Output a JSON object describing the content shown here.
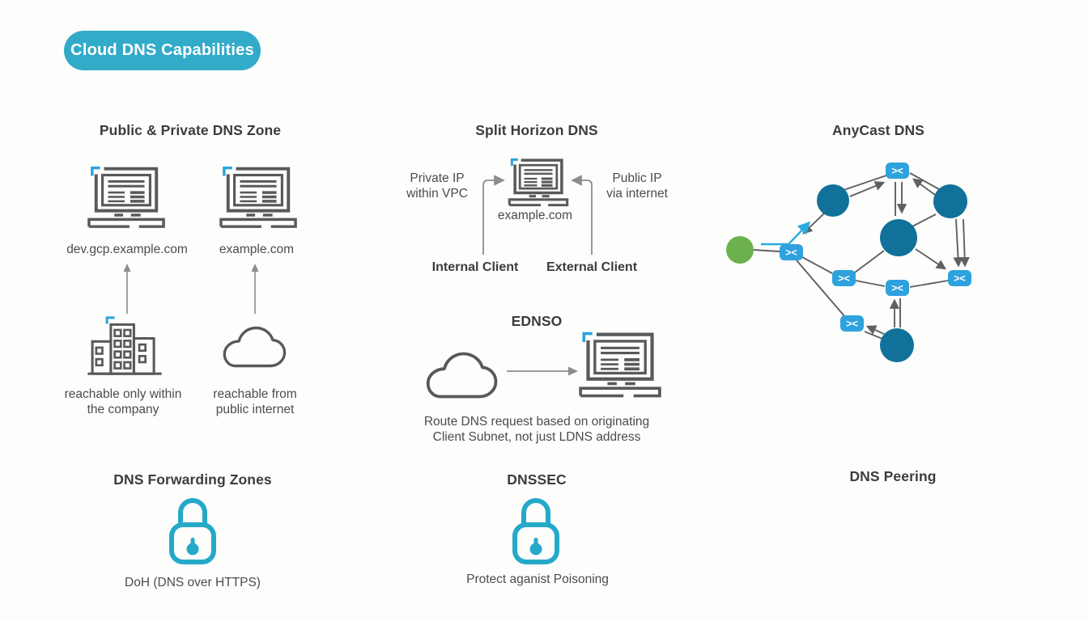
{
  "badge": {
    "label": "Cloud DNS Capabilities"
  },
  "colors": {
    "accent_teal": "#32ABC9",
    "icon_stroke": "#58595B",
    "bracket_blue": "#29A3DC",
    "lock_teal": "#24A9C9",
    "router_blue": "#2EA2DE",
    "node_teal": "#11719A",
    "client_green": "#6CB14D",
    "request_cyan": "#29ABE2",
    "connector_gray": "#8A8C8F",
    "text_dark": "#3A3D40"
  },
  "icons": {
    "laptop": "laptop-outline",
    "building": "office-building-outline",
    "cloud": "cloud-outline",
    "lock": "padlock-outline",
    "router": "network-router-node",
    "up_arrow": "arrow-up",
    "flow_arrow": "arrow-right"
  },
  "sections": {
    "public_private_zone": {
      "title": "Public & Private DNS Zone",
      "private_domain": "dev.gcp.example.com",
      "public_domain": "example.com",
      "private_caption_line1": "reachable only within",
      "private_caption_line2": "the company",
      "public_caption_line1": "reachable from",
      "public_caption_line2": "public internet"
    },
    "split_horizon": {
      "title": "Split Horizon DNS",
      "left_label_line1": "Private IP",
      "left_label_line2": "within VPC",
      "right_label_line1": "Public IP",
      "right_label_line2": "via internet",
      "server_domain": "example.com",
      "left_client": "Internal Client",
      "right_client": "External Client"
    },
    "ednso": {
      "title": "EDNSO",
      "caption_line1": "Route DNS request based on originating",
      "caption_line2": "Client Subnet, not just LDNS address"
    },
    "anycast": {
      "title": "AnyCast DNS"
    },
    "dns_forwarding": {
      "title": "DNS Forwarding Zones",
      "caption": "DoH (DNS over HTTPS)"
    },
    "dnssec": {
      "title": "DNSSEC",
      "caption": "Protect aganist Poisoning"
    },
    "dns_peering": {
      "title": "DNS Peering"
    }
  }
}
